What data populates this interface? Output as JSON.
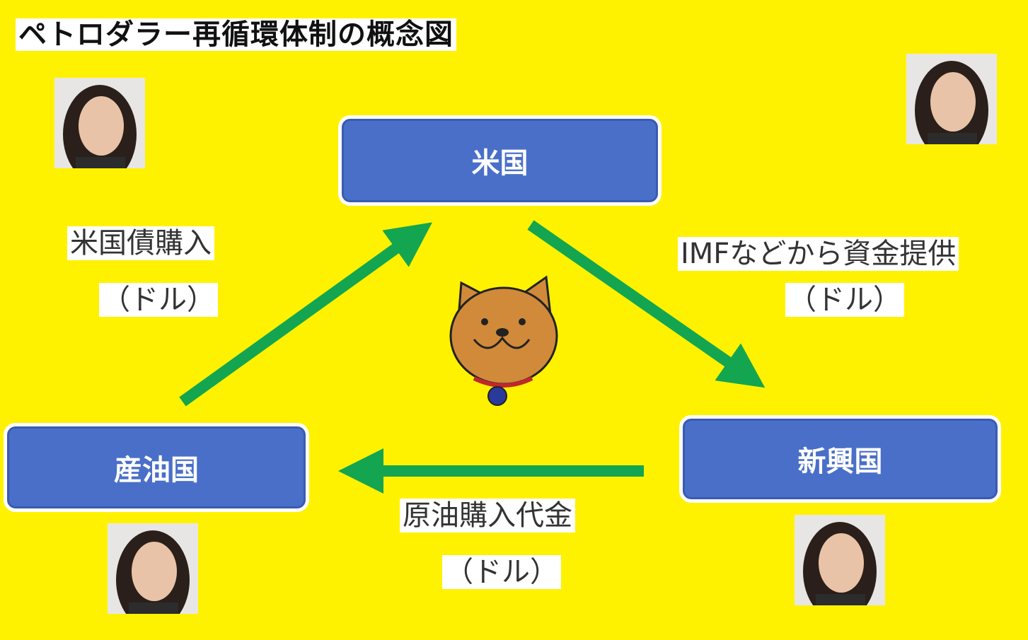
{
  "title": "ペトロダラー再循環体制の概念図",
  "nodes": {
    "usa": "米国",
    "oil": "産油国",
    "emerging": "新興国"
  },
  "flows": {
    "oil_to_usa": {
      "label": "米国債購入",
      "unit": "（ドル）"
    },
    "usa_to_emerging": {
      "label": "IMFなどから資金提供",
      "unit": "（ドル）"
    },
    "emerging_to_oil": {
      "label": "原油購入代金",
      "unit": "（ドル）"
    }
  },
  "colors": {
    "background": "#fff200",
    "node": "#4a6fc9",
    "arrow": "#14a550"
  }
}
